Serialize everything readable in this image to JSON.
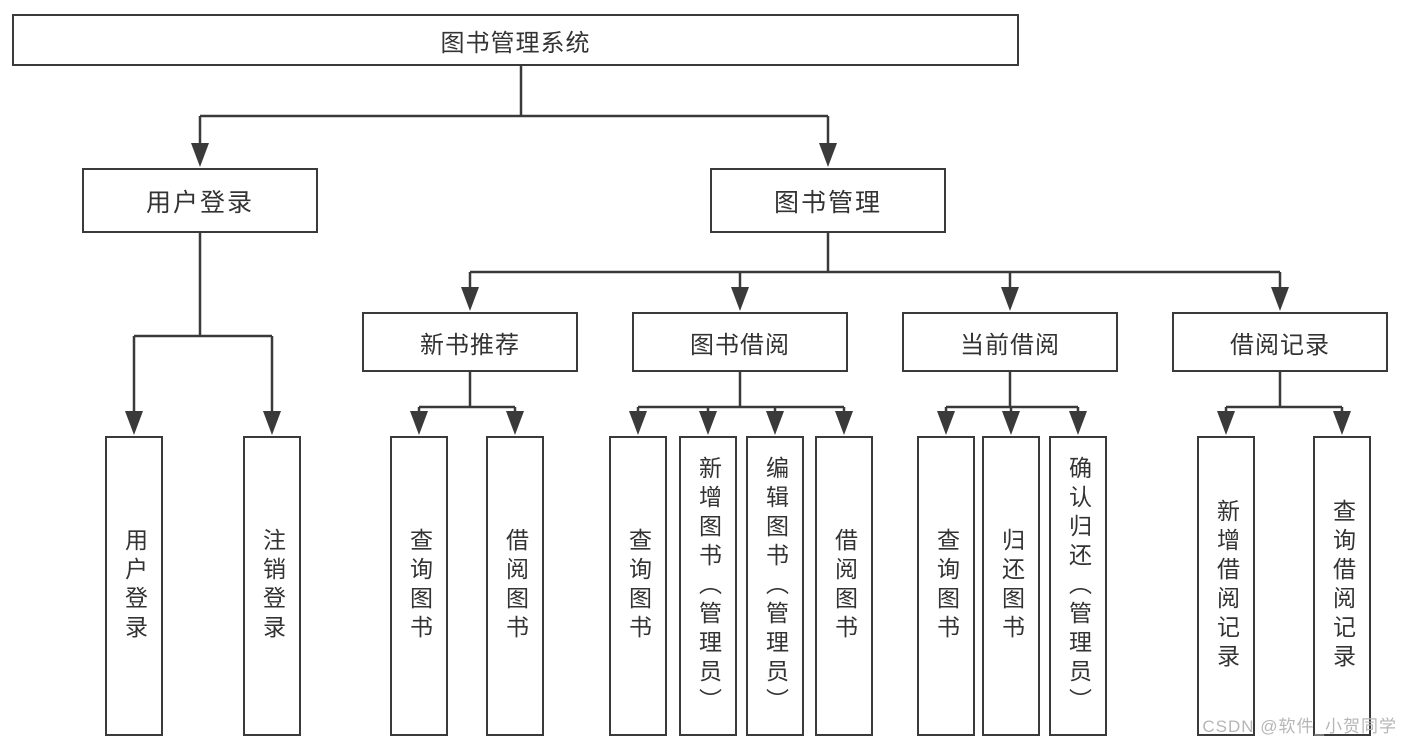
{
  "diagram": {
    "root": "图书管理系统",
    "level2": {
      "user_login": "用户登录",
      "book_management": "图书管理"
    },
    "level3": {
      "new_books": "新书推荐",
      "book_borrow": "图书借阅",
      "current_borrow": "当前借阅",
      "borrow_records": "借阅记录"
    },
    "leaves": {
      "user_login": [
        "用户登录",
        "注销登录"
      ],
      "new_books": [
        "查询图书",
        "借阅图书"
      ],
      "book_borrow": [
        "查询图书",
        "新增图书（管理员）",
        "编辑图书（管理员）",
        "借阅图书"
      ],
      "current_borrow": [
        "查询图书",
        "归还图书",
        "确认归还（管理员）"
      ],
      "borrow_records": [
        "新增借阅记录",
        "查询借阅记录"
      ]
    }
  },
  "watermark": "CSDN @软件_小贺同学",
  "colors": {
    "line": "#3a3a3a",
    "text": "#333333",
    "watermark_color": "#b6b6b6",
    "background": "#ffffff"
  }
}
